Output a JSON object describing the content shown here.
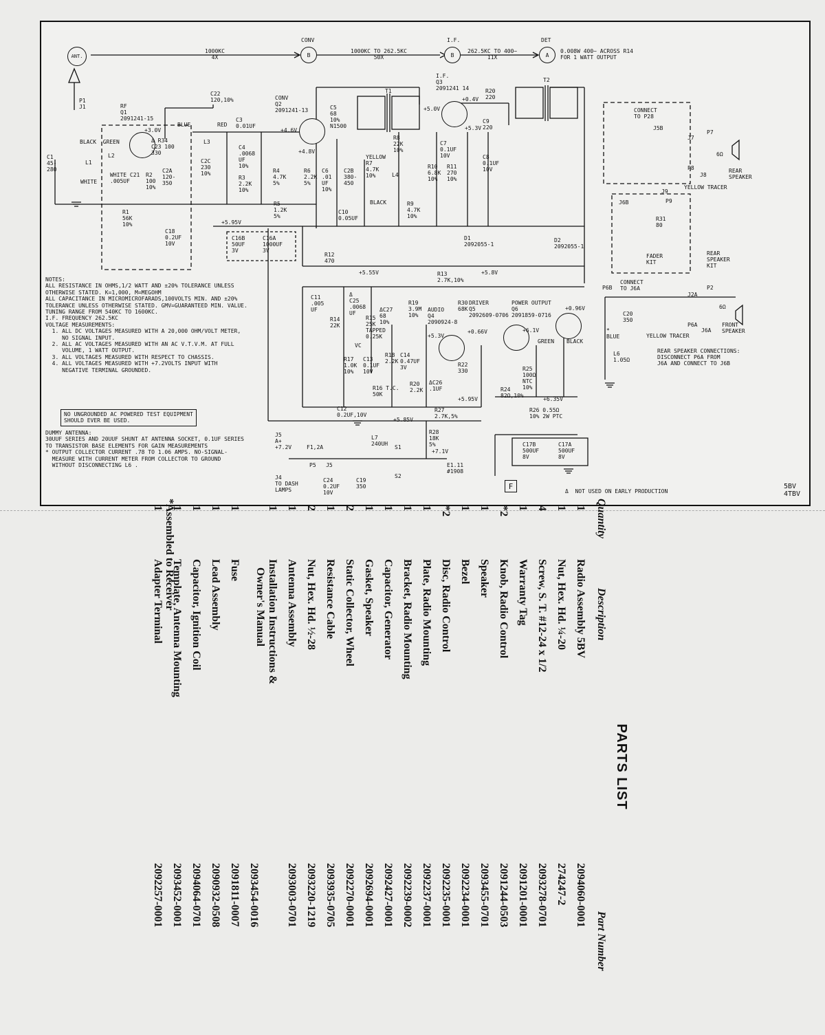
{
  "schematic": {
    "signal_chain": {
      "ant": "ANT.",
      "seg1": "1000KC\n4X",
      "conv_title": "CONV",
      "conv_badge": "B",
      "seg2": "1000KC TO 262.5KC\n50X",
      "if_title": "I.F.",
      "if_badge": "B",
      "seg3": "262.5KC TO 400~\n11X",
      "det_title": "DET",
      "det_badge": "A",
      "det_note": "0.008W 400~ ACROSS R14\nFOR 1 WATT OUTPUT"
    },
    "labels": {
      "p1j1": "P1\nJ1",
      "q1": "RF\nQ1\n2091241-15",
      "q2": "CONV\nQ2\n2091241-13",
      "q3": "I.F.\nQ3\n2091241 14",
      "c22": "C22\n120,10%",
      "blue": "BLUE",
      "red": "RED",
      "c3": "C3\n0.01UF",
      "black_green": "BLACK  GREEN",
      "c1": "C1\n45-\n280",
      "white": "WHITE",
      "l1": "L1",
      "l2": "L2",
      "v30": "+3.0V",
      "r34": "Δ R34\nC23 100\n330",
      "l3": "L3",
      "c21": "WHITE C21\n.005UF",
      "r2": "R2\n100\n10%",
      "c2a": "C2A\n120-\n350",
      "c2c": "C2C\n230\n10%",
      "c4": "C4\n.0068\nUF\n10%",
      "r3": "R3\n2.2K\n10%",
      "r4": "R4\n4.7K\n5%",
      "v46": "+4.6V",
      "v48": "+4.8V",
      "c5": "C5\n68\n10%\nN1500",
      "r6": "R6\n2.2K\n5%",
      "c6": "C6\n.01\nUF\n10%",
      "c2b": "C2B\n380-\n450",
      "r7": "YELLOW\nR7\n4.7K\n10%",
      "l4": "L4",
      "black": "BLACK",
      "t1": "T1",
      "t2": "T2",
      "v50": "+5.0V",
      "v04": "+0.4V",
      "v53": "+5.3V",
      "r20": "R20\n220",
      "c9": "C9\n220",
      "r8": "R8\n22K\n10%",
      "c7": "C7\n0.1UF\n10V",
      "c8": "C8\n0.1UF\n10V",
      "r10": "R10\n6.8K\n10%",
      "r11": "R11\n270\n10%",
      "r1": "R1\n56K\n10%",
      "c18": "C18\n0.2UF\n10V",
      "v595": "+5.95V",
      "r5": "R5\n1.2K\n5%",
      "c10": "C10\n0.05UF",
      "r9": "R9\n4.7K\n10%",
      "d1": "D1\n2092055-1",
      "d2": "D2\n2092055-1",
      "c16b": "C16B\n50UF\n3V",
      "c16a": "C16A\n1000UF\n3V",
      "r12": "R12\n470",
      "v555": "+5.55V",
      "r13": "R13\n2.7K,10%",
      "v58": "+5.8V",
      "connect_p28": "CONNECT\nTO P28",
      "j5b": "J5B",
      "j7": "J7",
      "p7": "P7",
      "p8": "P8",
      "j8": "J8",
      "six_ohm": "6Ω",
      "rear_speaker": "REAR\nSPEAKER",
      "j9": "J9",
      "yellow_tracer_top": "YELLOW TRACER",
      "j6b": "J6B",
      "p9": "P9",
      "r31": "R31\n80",
      "fader_kit": "FADER\nKIT",
      "rear_speaker_kit": "REAR\nSPEAKER\nKIT",
      "p6b": "P6B",
      "connect_j6a": "CONNECT\nTO J6A",
      "j2a": "J2A",
      "p2": "P2",
      "c20": "C20\n350",
      "front_speaker": "FRONT\nSPEAKER",
      "yellow_tracer_bottom": "YELLOW TRACER",
      "p6a": "P6A",
      "j6a": "J6A",
      "rear_conn": "REAR SPEAKER CONNECTIONS:\nDISCONNECT P6A FROM\nJ6A AND CONNECT TO J6B",
      "c11": "C11\n.005\nUF",
      "r14": "R14\n22K",
      "c25": "Δ\nC25\n.0068\nUF",
      "r15": "R15\n25K\nTAPPED\n0.25K",
      "c27": "ΔC27\n68\n10%",
      "r19": "R19\n3.9M\n10%",
      "audio": "AUDIO\nQ4\n2090924-8",
      "r30": "R30\n68K",
      "driver": "DRIVER\nQ5\n2092609-0706",
      "power": "POWER OUTPUT\nQ6\n2091859-0716",
      "v096": "+0.96V",
      "v53b": "+5.3V",
      "v066": "+0.66V",
      "v61": "+6.1V",
      "green": "GREEN",
      "black2": "BLACK",
      "r17": "R17\n1.0K\n10%",
      "c13": "C13\n0.1UF\n10V",
      "r18": "R18\n2.2K",
      "c14": "C14\n0.47UF\n3V",
      "r22": "R22\n330",
      "r25": "R25\n100Ω\nNTC\n10%",
      "blue_l6": "*\nBLUE",
      "l6": "L6\n1.05Ω",
      "r16": "R16 T.C.\n50K",
      "c26": "ΔC26\n.1UF",
      "r20b": "R20\n2.2K",
      "r24": "R24\n82Ω,10%",
      "v595b": "+5.95V",
      "v635": "+6.35V",
      "c12": "C12\n0.2UF,10V",
      "r27": "R27\n2.7K,5%",
      "r26": "R26 0.55Ω\n10% 2W PTC",
      "v585": "+5.85V",
      "r28": "R28\n18K\n5%",
      "c17b": "C17B\n500UF\n8V",
      "c17a": "C17A\n500UF\n8V",
      "j5": "J5\nA+\n+7.2V",
      "f1": "F1,2A",
      "p5j5": "P5   J5",
      "l7": "L7\n240UH",
      "s1": "S1",
      "s2": "S2",
      "v71": "+7.1V",
      "e1": "E1.11\n#1908",
      "j4": "J4\nTO DASH\nLAMPS",
      "c24": "C24\n0.2UF\n10V",
      "c19": "C19\n350",
      "vc": "VC",
      "box_f": "F",
      "not_used": "Δ  NOT USED ON EARLY PRODUCTION",
      "model": "5BV\n4TBV"
    },
    "notes": "NOTES:\nALL RESISTANCE IN OHMS,1/2 WATT AND ±20% TOLERANCE UNLESS\nOTHERWISE STATED. K=1,000, M=MEGOHM\nALL CAPACITANCE IN MICROMICROFARADS,100VOLTS MIN. AND ±20%\nTOLERANCE UNLESS OTHERWISE STATED. GMV=GUARANTEED MIN. VALUE.\nTUNING RANGE FROM 540KC TO 1600KC.\nI.F. FREQUENCY 262.5KC\nVOLTAGE MEASUREMENTS:\n  1. ALL DC VOLTAGES MEASURED WITH A 20,000 OHM/VOLT METER,\n     NO SIGNAL INPUT.\n  2. ALL AC VOLTAGES MEASURED WITH AN AC V.T.V.M. AT FULL\n     VOLUME, 1 WATT OUTPUT.\n  3. ALL VOLTAGES MEASURED WITH RESPECT TO CHASSIS.\n  4. ALL VOLTAGES MEASURED WITH +7.2VOLTS INPUT WITH\n     NEGATIVE TERMINAL GROUNDED.",
    "warning": "NO UNGROUNDED AC POWERED TEST EQUIPMENT\nSHOULD EVER BE USED.",
    "dummy": "DUMMY ANTENNA:\n30UUF SERIES AND 20UUF SHUNT AT ANTENNA SOCKET, 0.1UF SERIES\nTO TRANSISTOR BASE ELEMENTS FOR GAIN MEASUREMENTS\n* OUTPUT COLLECTOR CURRENT .78 TO 1.06 AMPS. NO-SIGNAL-\n  MEASURE WITH CURRENT METER FROM COLLECTOR TO GROUND\n  WITHOUT DISCONNECTING L6 ."
  },
  "parts_list": {
    "title": "PARTS LIST",
    "headers": {
      "quantity": "Quantity",
      "description": "Description",
      "part_number": "Part Number"
    },
    "rows": [
      {
        "qty": "1",
        "desc": "Radio Assembly 5BV",
        "pn": "2094060-0001"
      },
      {
        "qty": "1",
        "desc": "Nut, Hex. Hd. ¼-20",
        "pn": "274247-2"
      },
      {
        "qty": "4",
        "desc": "Screw, S. T. #12-24 x 1/2",
        "pn": "2093278-0701"
      },
      {
        "qty": "1",
        "desc": "Warranty Tag",
        "pn": "2091201-0001"
      },
      {
        "qty": "*2",
        "desc": "Knob, Radio Control",
        "pn": "2091244-0503"
      },
      {
        "qty": "1",
        "desc": "Speaker",
        "pn": "2093455-0701"
      },
      {
        "qty": "1",
        "desc": "Bezel",
        "pn": "2092234-0001"
      },
      {
        "qty": "*2",
        "desc": "Disc, Radio Control",
        "pn": "2092235-0001"
      },
      {
        "qty": "1",
        "desc": "Plate, Radio Mounting",
        "pn": "2092237-0001"
      },
      {
        "qty": "1",
        "desc": "Bracket, Radio Mounting",
        "pn": "2092239-0002"
      },
      {
        "qty": "1",
        "desc": "Capacitor, Generator",
        "pn": "2092427-0001"
      },
      {
        "qty": "1",
        "desc": "Gasket, Speaker",
        "pn": "2092694-0001"
      },
      {
        "qty": "2",
        "desc": "Static Collector, Wheel",
        "pn": "2092270-0001"
      },
      {
        "qty": "1",
        "desc": "Resistance Cable",
        "pn": "2093935-0705"
      },
      {
        "qty": "2",
        "desc": "Nut, Hex. Hd. ½-28",
        "pn": "2093220-1219"
      },
      {
        "qty": "1",
        "desc": "Antenna Assembly",
        "pn": "2093003-0701"
      },
      {
        "qty": "1",
        "desc": "Installation Instructions &\n   Owner's Manual",
        "pn": "2093454-0016"
      },
      {
        "qty": "1",
        "desc": "Fuse",
        "pn": "2091811-0007"
      },
      {
        "qty": "1",
        "desc": "Lead Assembly",
        "pn": "2090932-0508"
      },
      {
        "qty": "1",
        "desc": "Capacitor, Ignition Coil",
        "pn": "2094064-0701"
      },
      {
        "qty": "1",
        "desc": "Template, Antenna Mounting",
        "pn": "2093452-0001"
      },
      {
        "qty": "1",
        "desc": "Adapter Terminal",
        "pn": "2092257-0001"
      }
    ],
    "footnote": "*Assembled to Receiver"
  }
}
